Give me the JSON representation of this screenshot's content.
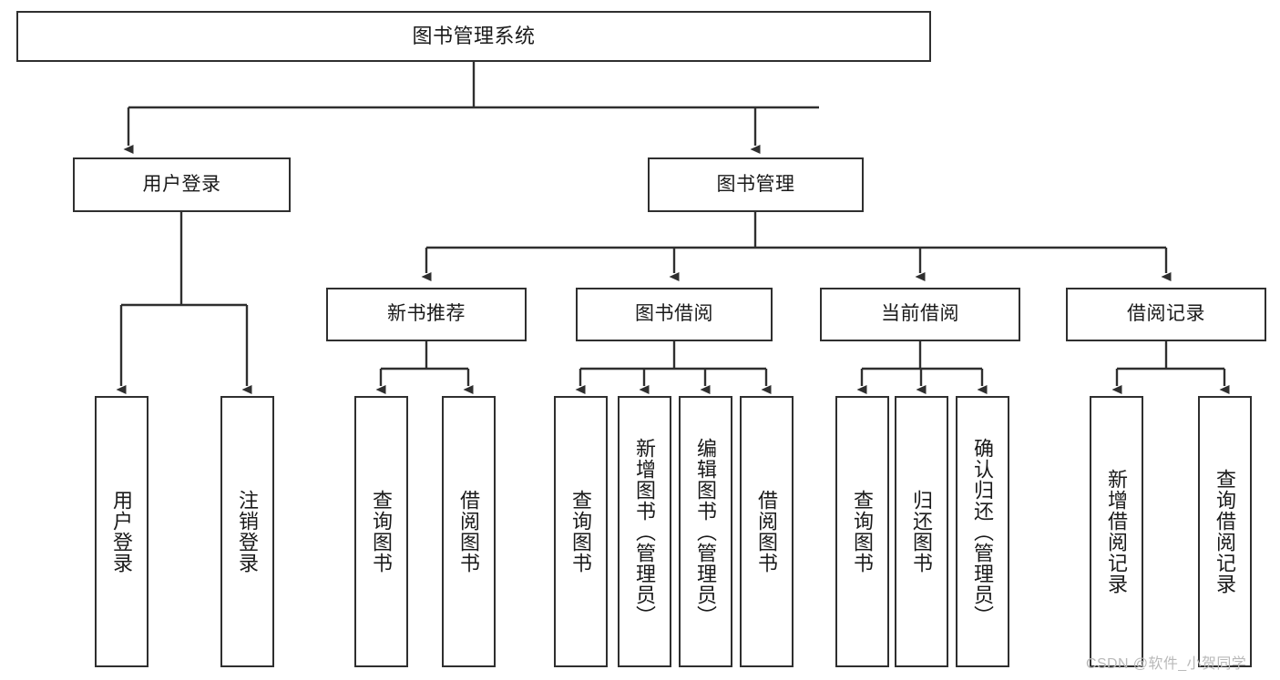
{
  "diagram": {
    "title": "图书管理系统",
    "type": "tree-hierarchy",
    "colors": {
      "background": "#ffffff",
      "node_border": "#2f2f2f",
      "node_fill": "#ffffff",
      "edge": "#2f2f2f",
      "text": "#1a1a1a",
      "watermark": "#b9b9b9"
    },
    "nodes": {
      "root": {
        "label": "图书管理系统"
      },
      "level2": [
        {
          "id": "user-login",
          "label": "用户登录"
        },
        {
          "id": "book-manage",
          "label": "图书管理"
        }
      ],
      "level3": [
        {
          "id": "new-book-rec",
          "label": "新书推荐"
        },
        {
          "id": "book-borrow",
          "label": "图书借阅"
        },
        {
          "id": "current-borrow",
          "label": "当前借阅"
        },
        {
          "id": "borrow-record",
          "label": "借阅记录"
        }
      ],
      "leaves": {
        "user_login": [
          {
            "id": "leaf-user-login",
            "label": "用户登录"
          },
          {
            "id": "leaf-logout",
            "label": "注销登录"
          }
        ],
        "new_book_rec": [
          {
            "id": "leaf-query-book-1",
            "label": "查询图书"
          },
          {
            "id": "leaf-borrow-book-1",
            "label": "借阅图书"
          }
        ],
        "book_borrow": [
          {
            "id": "leaf-query-book-2",
            "label": "查询图书"
          },
          {
            "id": "leaf-add-book",
            "label": "新增图书（管理员）"
          },
          {
            "id": "leaf-edit-book",
            "label": "编辑图书（管理员）"
          },
          {
            "id": "leaf-borrow-book-2",
            "label": "借阅图书"
          }
        ],
        "current_borrow": [
          {
            "id": "leaf-query-book-3",
            "label": "查询图书"
          },
          {
            "id": "leaf-return-book",
            "label": "归还图书"
          },
          {
            "id": "leaf-confirm-return",
            "label": "确认归还（管理员）"
          }
        ],
        "borrow_record": [
          {
            "id": "leaf-add-record",
            "label": "新增借阅记录"
          },
          {
            "id": "leaf-query-record",
            "label": "查询借阅记录"
          }
        ]
      }
    },
    "watermark": "CSDN @软件_小贺同学"
  }
}
